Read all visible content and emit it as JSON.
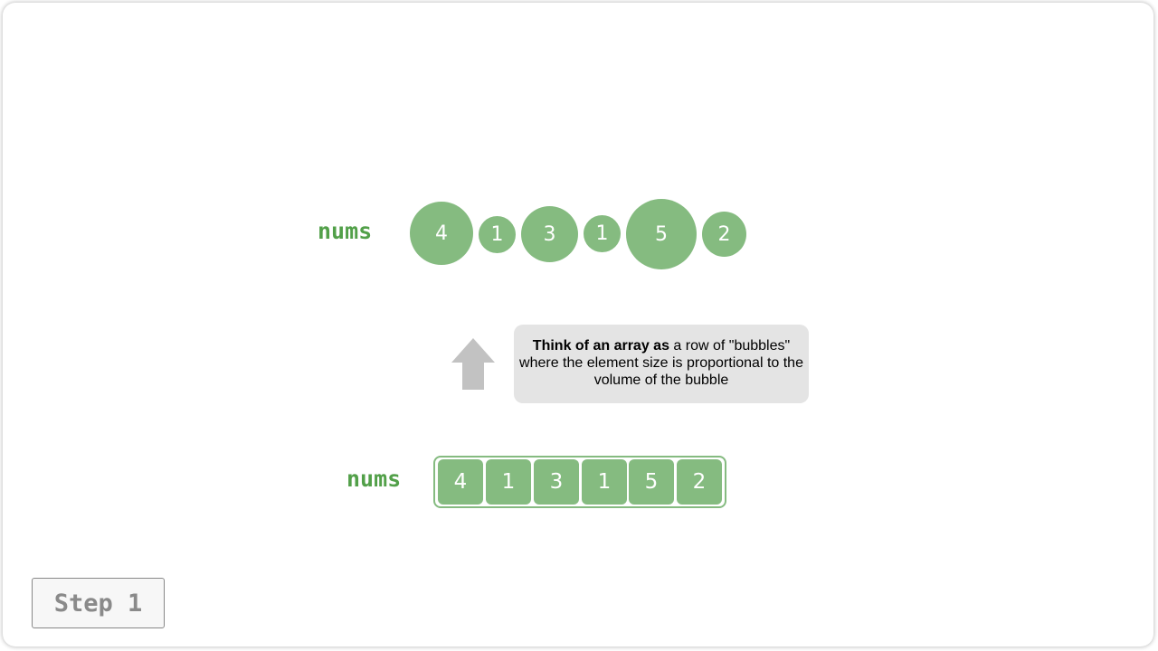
{
  "top": {
    "label": "nums",
    "bubbles": [
      "4",
      "1",
      "3",
      "1",
      "5",
      "2"
    ]
  },
  "note": {
    "bold": "Think of an array as",
    "rest": " a row of \"bubbles\" where the element size is proportional to the volume of the bubble"
  },
  "bottom": {
    "label": "nums",
    "cells": [
      "4",
      "1",
      "3",
      "1",
      "5",
      "2"
    ]
  },
  "step": {
    "label": "Step 1"
  },
  "colors": {
    "element_fill": "#85bb80",
    "label_text": "#52a049",
    "note_bg": "#e4e4e4",
    "arrow": "#c2c2c2"
  },
  "icons": {
    "arrow": "up-arrow-icon"
  }
}
